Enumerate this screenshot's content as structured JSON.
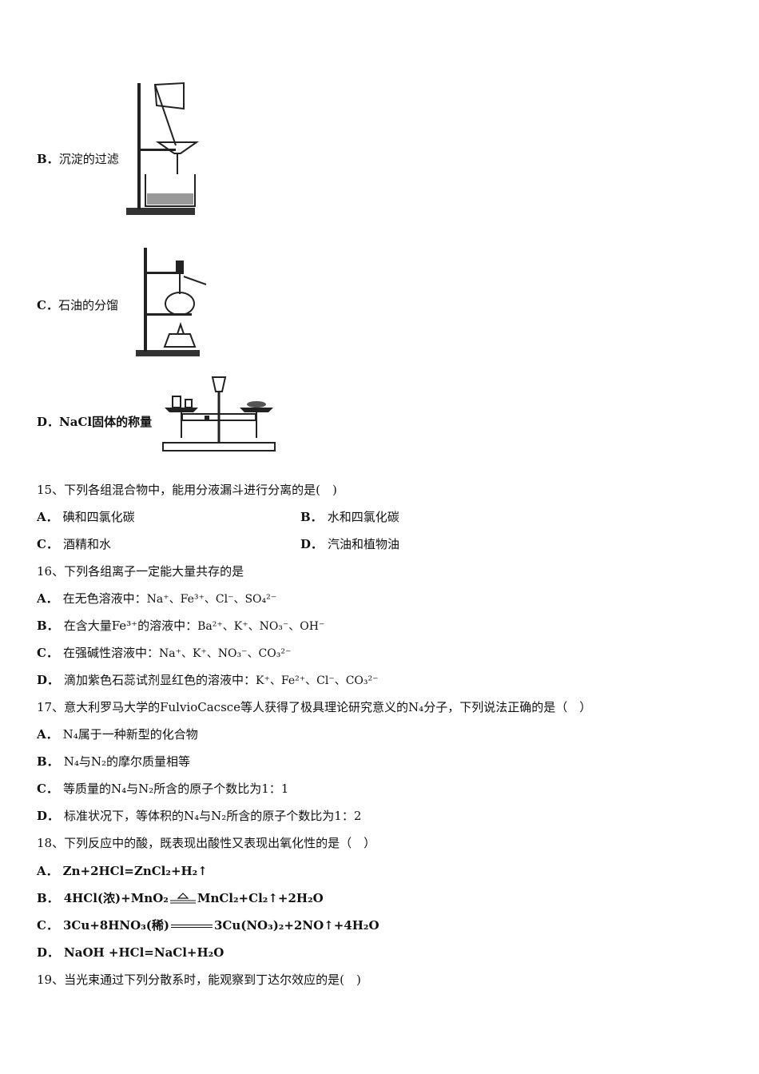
{
  "q14": {
    "B": {
      "label": "B．",
      "text": "沉淀的过滤"
    },
    "C": {
      "label": "C．",
      "text": "石油的分馏"
    },
    "D": {
      "label": "D．",
      "text": "NaCl固体的称量"
    }
  },
  "q15": {
    "stem": "15、下列各组混合物中，能用分液漏斗进行分离的是(　)",
    "A": "碘和四氯化碳",
    "B": "水和四氯化碳",
    "C": "酒精和水",
    "D": "汽油和植物油"
  },
  "q16": {
    "stem": "16、下列各组离子一定能大量共存的是",
    "A": {
      "pre": "在无色溶液中：",
      "ions": "Na⁺、Fe³⁺、Cl⁻、SO₄²⁻"
    },
    "B": {
      "pre": "在含大量Fe³⁺的溶液中：",
      "ions": "Ba²⁺、K⁺、NO₃⁻、OH⁻"
    },
    "C": {
      "pre": "在强碱性溶液中：",
      "ions": "Na⁺、K⁺、NO₃⁻、CO₃²⁻"
    },
    "D": {
      "pre": "滴加紫色石蕊试剂显红色的溶液中：",
      "ions": "K⁺、Fe²⁺、Cl⁻、CO₃²⁻"
    }
  },
  "q17": {
    "stem": "17、意大利罗马大学的FulvioCacsce等人获得了极具理论研究意义的N₄分子，下列说法正确的是（　）",
    "A": "N₄属于一种新型的化合物",
    "B": "N₄与N₂的摩尔质量相等",
    "C": "等质量的N₄与N₂所含的原子个数比为1：1",
    "D": "标准状况下，等体积的N₄与N₂所含的原子个数比为1：2"
  },
  "q18": {
    "stem": "18、下列反应中的酸，既表现出酸性又表现出氧化性的是（　）",
    "A": "Zn+2HCl=ZnCl₂+H₂↑",
    "B_left": "4HCl(浓)+MnO₂",
    "B_right": "MnCl₂+Cl₂↑+2H₂O",
    "C_left": "3Cu+8HNO₃(稀)",
    "C_right": "3Cu(NO₃)₂+2NO↑+4H₂O",
    "D": "NaOH +HCl=NaCl+H₂O"
  },
  "q19": {
    "stem": "19、当光束通过下列分散系时，能观察到丁达尔效应的是(　)"
  },
  "labels": {
    "A": "A．",
    "B": "B．",
    "C": "C．",
    "D": "D．"
  }
}
